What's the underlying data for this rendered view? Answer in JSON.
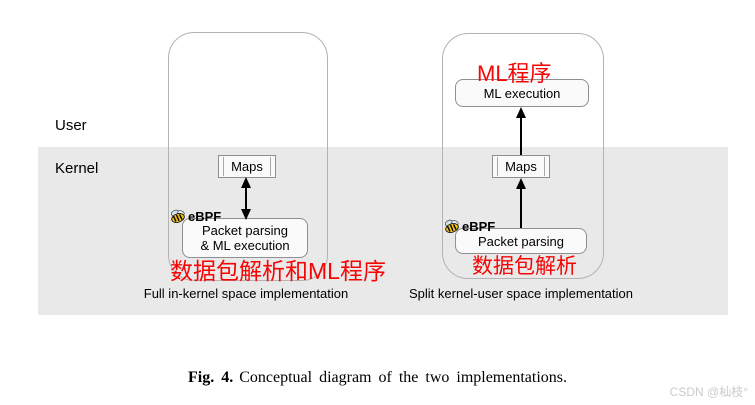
{
  "figure": {
    "caption_label": "Fig. 4.",
    "caption_text": "Conceptual diagram of the two implementations."
  },
  "layers": {
    "user": "User",
    "kernel": "Kernel"
  },
  "left_diagram": {
    "caption": "Full in-kernel space implementation",
    "maps_label": "Maps",
    "ebpf_label": "eBPF",
    "box_line1": "Packet parsing",
    "box_line2": "& ML execution",
    "annotation": "数据包解析和ML程序"
  },
  "right_diagram": {
    "caption": "Split kernel-user space implementation",
    "annotation_top": "ML程序",
    "ml_execution_label": "ML execution",
    "maps_label": "Maps",
    "ebpf_label": "eBPF",
    "packet_label": "Packet parsing",
    "annotation_bottom": "数据包解析"
  },
  "watermark": "CSDN @杣枝°",
  "colors": {
    "kernel_band": "#e9e9e9",
    "annotation_red": "#f70505",
    "container_border": "#b3b3b3",
    "node_border": "#8f8f8f",
    "node_fill": "#fafafa",
    "watermark_gray": "#cbcbcb"
  },
  "icons": {
    "ebpf_bee": "bee-icon"
  }
}
